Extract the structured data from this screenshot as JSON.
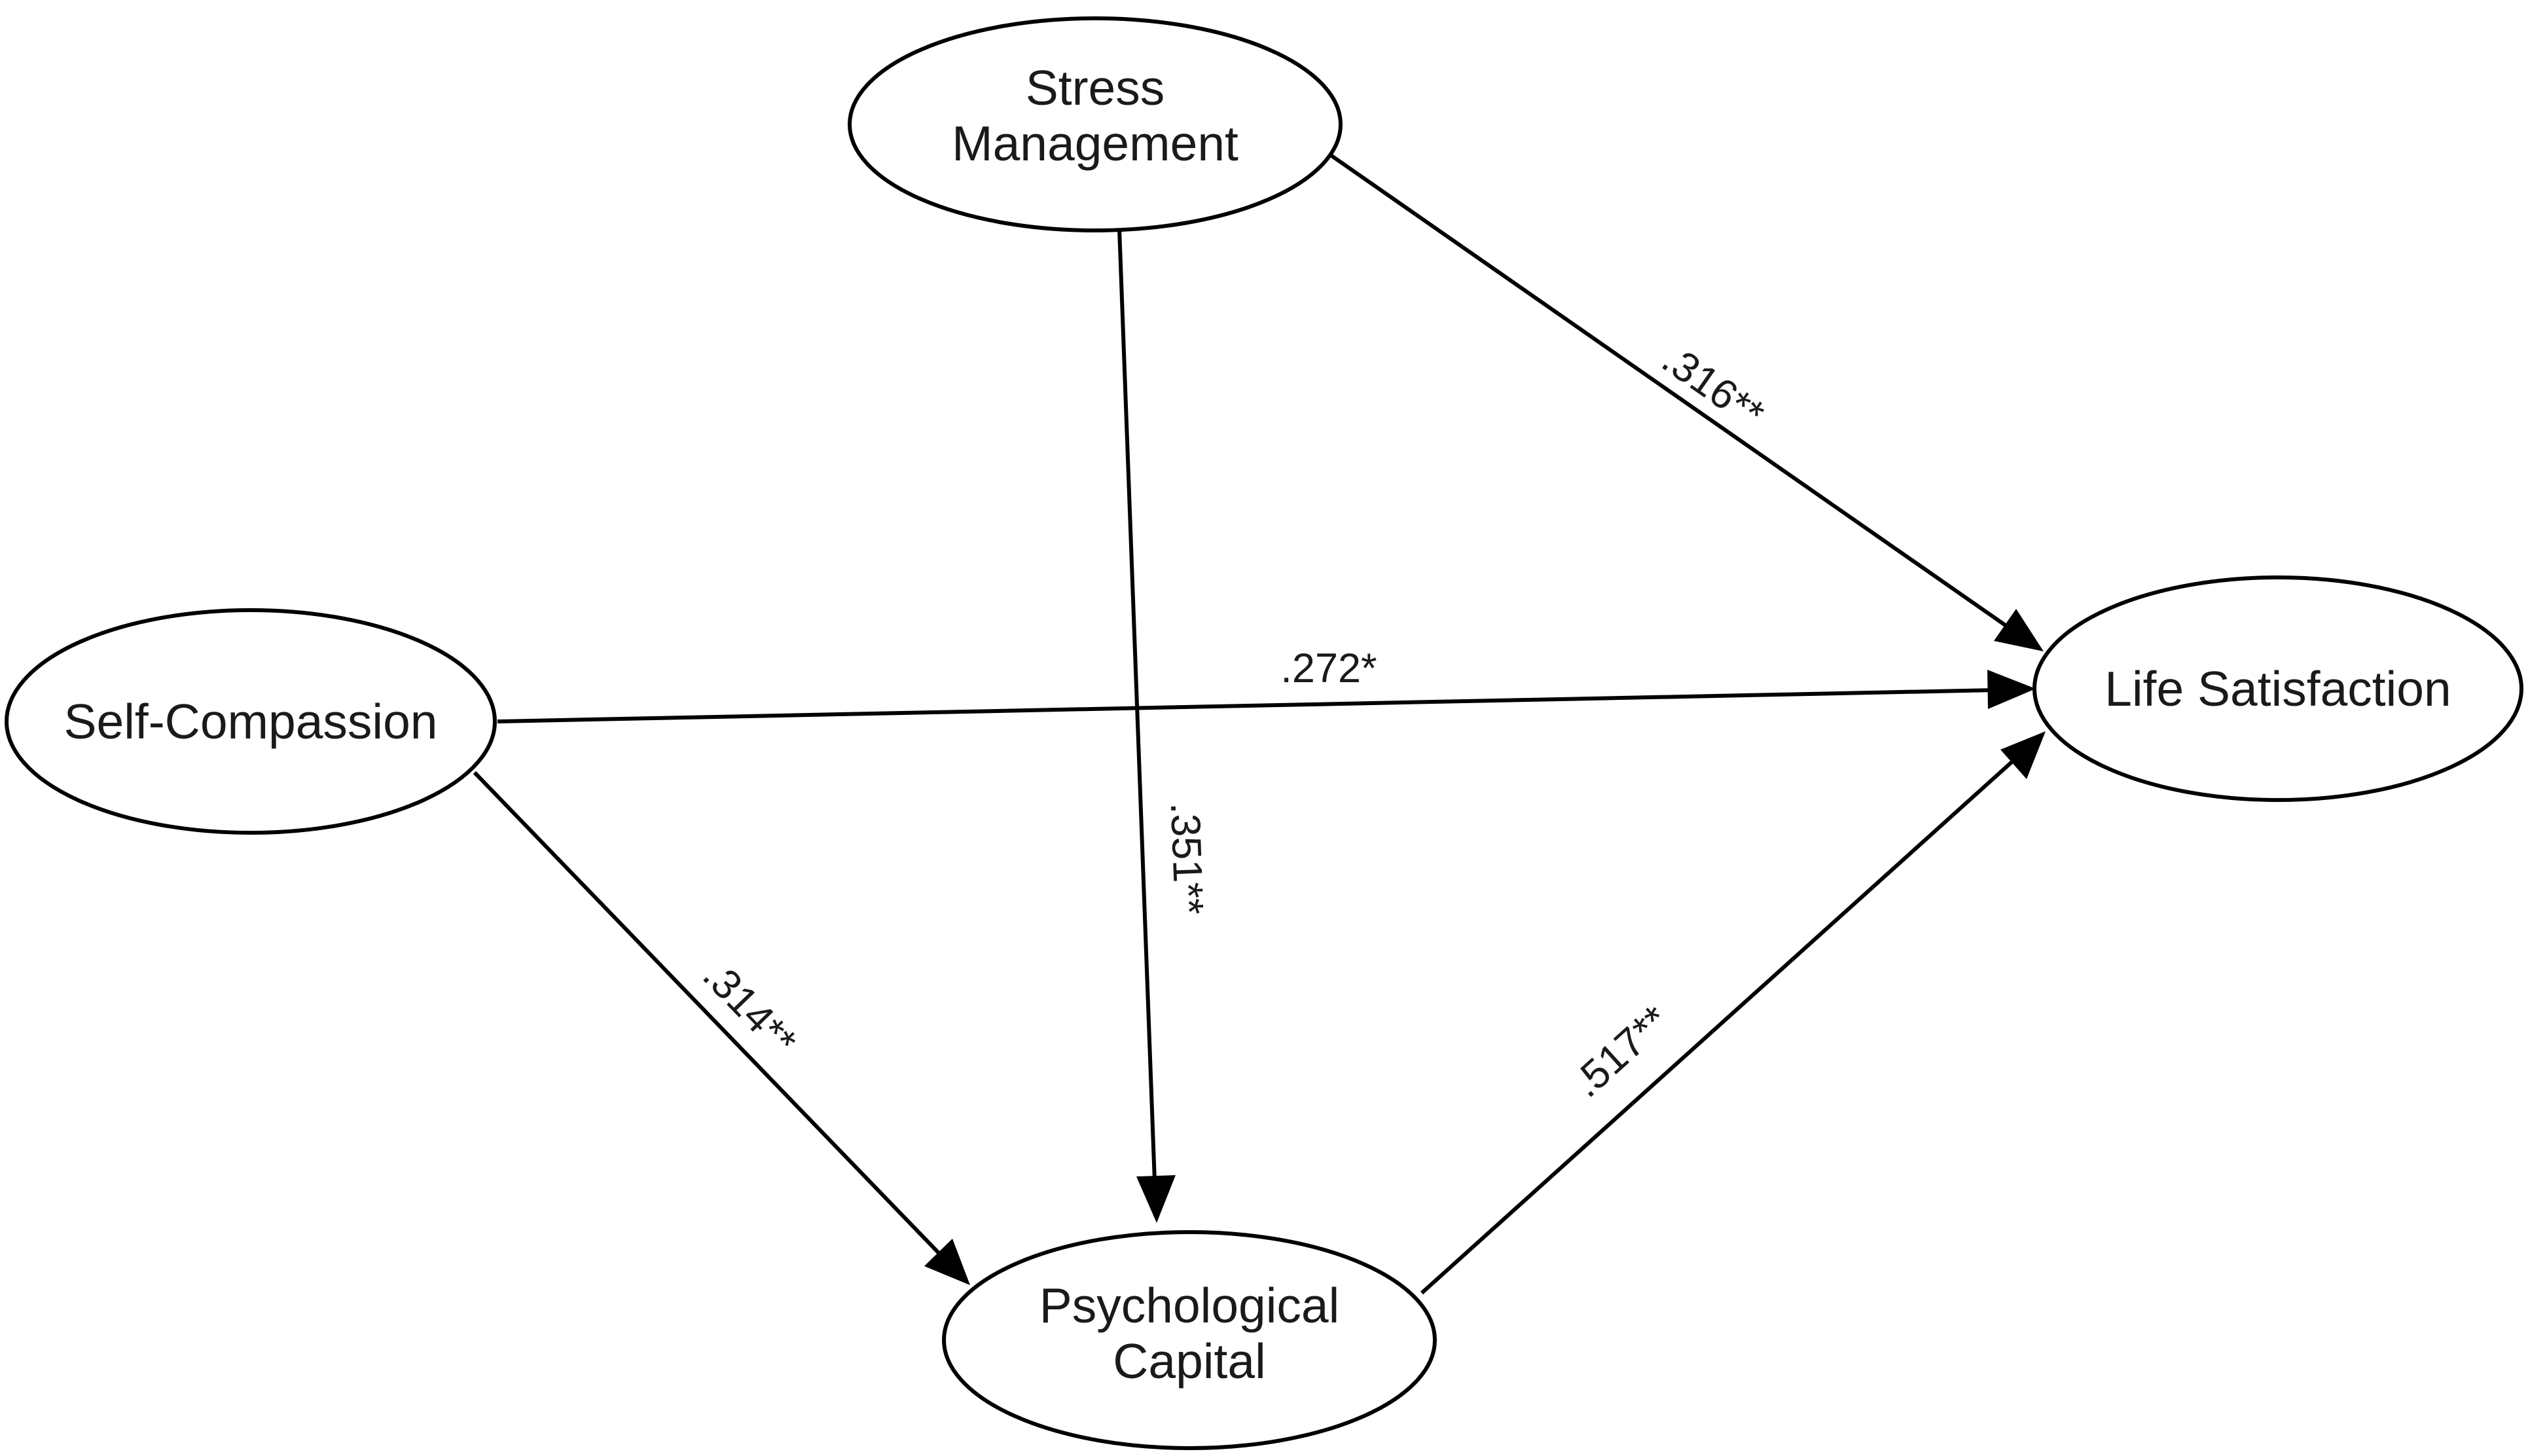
{
  "nodes": {
    "stress_management": {
      "line1": "Stress",
      "line2": "Management"
    },
    "self_compassion": {
      "label": "Self-Compassion"
    },
    "life_satisfaction": {
      "label": "Life Satisfaction"
    },
    "psychological_capital": {
      "line1": "Psychological",
      "line2": "Capital"
    }
  },
  "edges": {
    "stress_to_life": {
      "from": "Stress Management",
      "to": "Life Satisfaction",
      "label": ".316**"
    },
    "self_to_life": {
      "from": "Self-Compassion",
      "to": "Life Satisfaction",
      "label": ".272*"
    },
    "stress_to_psycap": {
      "from": "Stress Management",
      "to": "Psychological Capital",
      "label": ".351**"
    },
    "self_to_psycap": {
      "from": "Self-Compassion",
      "to": "Psychological Capital",
      "label": ".314**"
    },
    "psycap_to_life": {
      "from": "Psychological Capital",
      "to": "Life Satisfaction",
      "label": ".517**"
    }
  }
}
